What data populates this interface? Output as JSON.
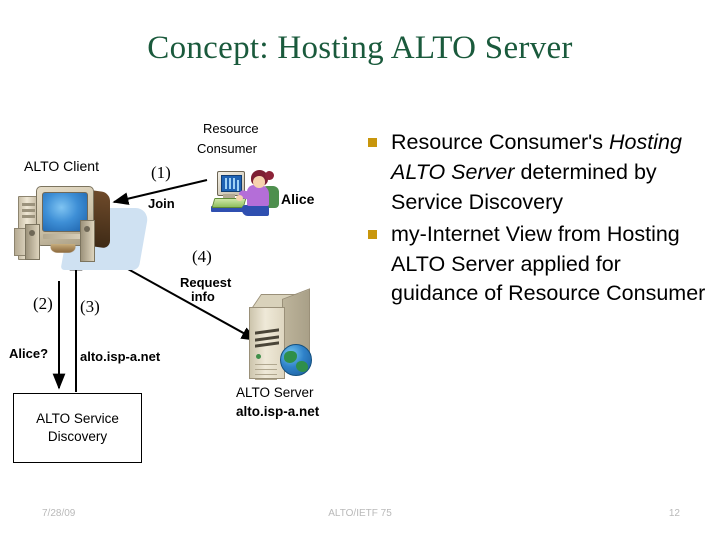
{
  "slide": {
    "title": "Concept: Hosting ALTO Server",
    "title_color": "#1a5a3c",
    "background": "#ffffff"
  },
  "diagram": {
    "alto_client_label": "ALTO Client",
    "resource_consumer_label_line1": "Resource",
    "resource_consumer_label_line2": "Consumer",
    "alice_label": "Alice",
    "step1_number": "(1)",
    "step1_text": "Join",
    "step2_number": "(2)",
    "step2_text": "Alice?",
    "step3_number": "(3)",
    "step3_text": "alto.isp-a.net",
    "step4_number": "(4)",
    "step4_text_line1": "Request",
    "step4_text_line2": "info",
    "service_discovery_line1": "ALTO Service",
    "service_discovery_line2": "Discovery",
    "server_label_line1": "ALTO Server",
    "server_label_line2": "alto.isp-a.net"
  },
  "bullets": {
    "marker_color": "#c8960c",
    "items": [
      {
        "pre": "Resource Consumer's ",
        "emph": "Hosting ALTO Server",
        "post": " determined by Service Discovery"
      },
      {
        "pre": "my-Internet View from Hosting ALTO Server applied for guidance of Resource Consumer",
        "emph": "",
        "post": ""
      }
    ]
  },
  "footer": {
    "date": "7/28/09",
    "center": "ALTO/IETF 75",
    "page": "12"
  }
}
